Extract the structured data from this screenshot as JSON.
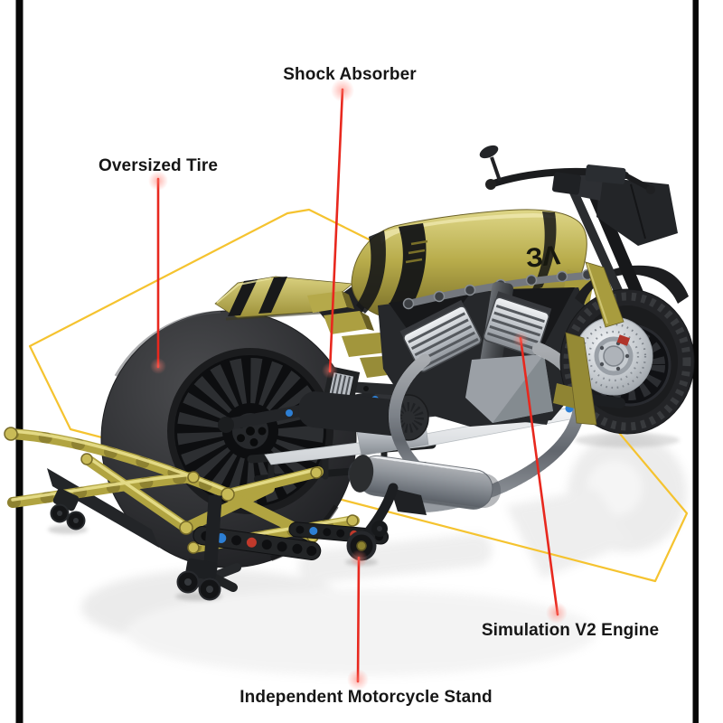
{
  "image": {
    "type": "product-photo-with-callouts",
    "subject": "building-block motorcycle model on independent stand",
    "background_color": "#ffffff",
    "side_bar_color": "#070707"
  },
  "annotations": {
    "line_color": "#e8281e",
    "highlight_outline_color": "#f5c32f",
    "labels": [
      {
        "id": "shock-absorber",
        "text": "Shock Absorber"
      },
      {
        "id": "oversized-tire",
        "text": "Oversized Tire"
      },
      {
        "id": "simulation-v2-engine",
        "text": "Simulation V2 Engine"
      },
      {
        "id": "independent-motorcycle-stand",
        "text": "Independent Motorcycle Stand"
      }
    ]
  },
  "model": {
    "tank_logo": "ЗΛ",
    "body_color": "#aca03f",
    "frame_color": "#1b1c1e",
    "chrome_color": "#c3c8cd",
    "tire_color": "#2c2d30"
  }
}
